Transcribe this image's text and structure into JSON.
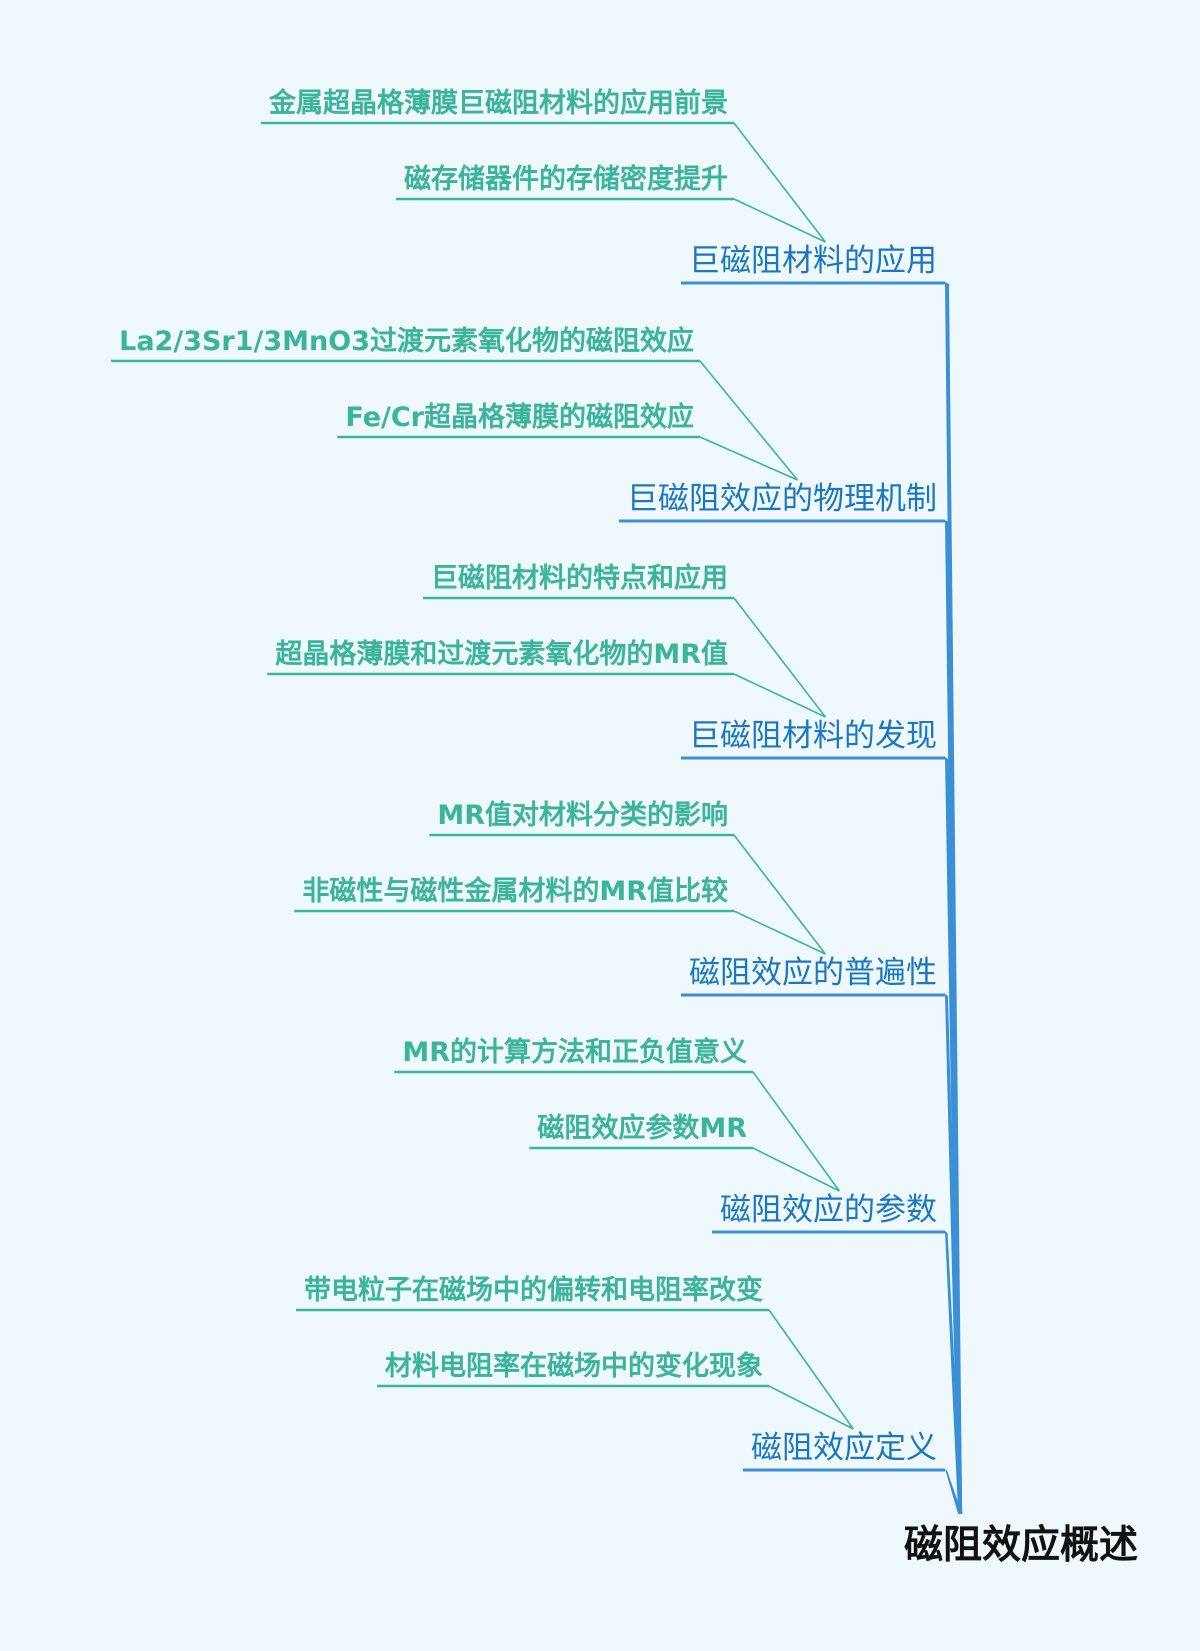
{
  "root": {
    "label": "磁阻效应概述"
  },
  "branches": [
    {
      "label": "巨磁阻材料的应用",
      "children": [
        "金属超晶格薄膜巨磁阻材料的应用前景",
        "磁存储器件的存储密度提升"
      ]
    },
    {
      "label": "巨磁阻效应的物理机制",
      "children": [
        "La2/3Sr1/3MnO3过渡元素氧化物的磁阻效应",
        "Fe/Cr超晶格薄膜的磁阻效应"
      ]
    },
    {
      "label": "巨磁阻材料的发现",
      "children": [
        "巨磁阻材料的特点和应用",
        "超晶格薄膜和过渡元素氧化物的MR值"
      ]
    },
    {
      "label": "磁阻效应的普遍性",
      "children": [
        "MR值对材料分类的影响",
        "非磁性与磁性金属材料的MR值比较"
      ]
    },
    {
      "label": "磁阻效应的参数",
      "children": [
        "MR的计算方法和正负值意义",
        "磁阻效应参数MR"
      ]
    },
    {
      "label": "磁阻效应定义",
      "children": [
        "带电粒子在磁场中的偏转和电阻率改变",
        "材料电阻率在磁场中的变化现象"
      ]
    }
  ],
  "colors": {
    "background": "#eef8fd",
    "root_text": "#111111",
    "branch": "#1a78c2",
    "branch_line": "#3a8fd6",
    "leaf": "#3bb59a"
  }
}
